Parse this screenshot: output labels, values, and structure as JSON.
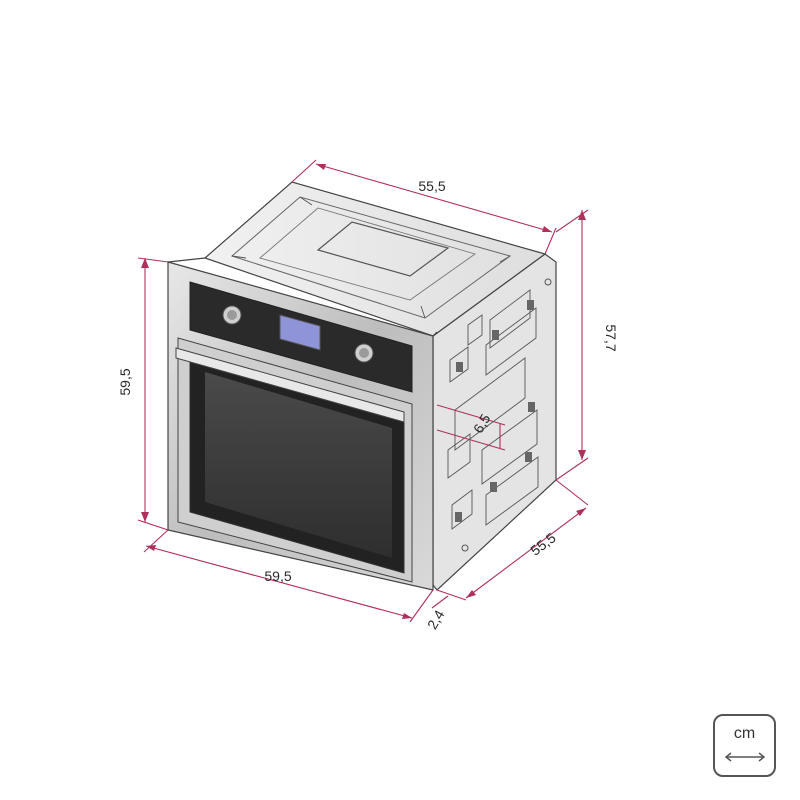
{
  "dimensions": {
    "top_depth": "55,5",
    "side_height": "57,7",
    "front_height": "59,5",
    "front_width": "59,5",
    "bottom_depth": "55,5",
    "panel_offset": "2,4",
    "inner_offset": "6,5"
  },
  "unit_badge": {
    "label": "cm",
    "icon": "double-arrow-icon"
  },
  "colors": {
    "dimension": "#b0305a",
    "steel": "#c9c9c9",
    "glass": "#3a3a3a",
    "display": "#8f93d8"
  }
}
